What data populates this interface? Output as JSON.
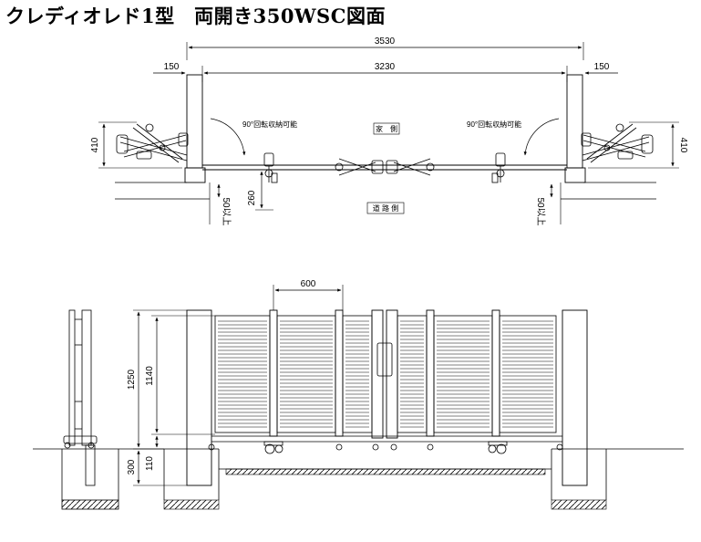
{
  "title": "クレディオレド1型　両開き350WSC図面",
  "plan": {
    "dim_total": "3530",
    "dim_inner": "3230",
    "dim_post_left": "150",
    "dim_post_right": "150",
    "dim_depth_left": "410",
    "dim_depth_right": "410",
    "dim_offset": "260",
    "dim_min_left": "50以上",
    "dim_min_right": "50以上",
    "label_house": "家　側",
    "label_road": "道 路 側",
    "label_swing_left": "90°回転収納可能",
    "label_swing_right": "90°回転収納可能"
  },
  "elevation": {
    "dim_panel": "600",
    "dim_post_height": "1250",
    "dim_gate_height": "1140",
    "dim_foundation": "300",
    "dim_clearance": "110"
  }
}
